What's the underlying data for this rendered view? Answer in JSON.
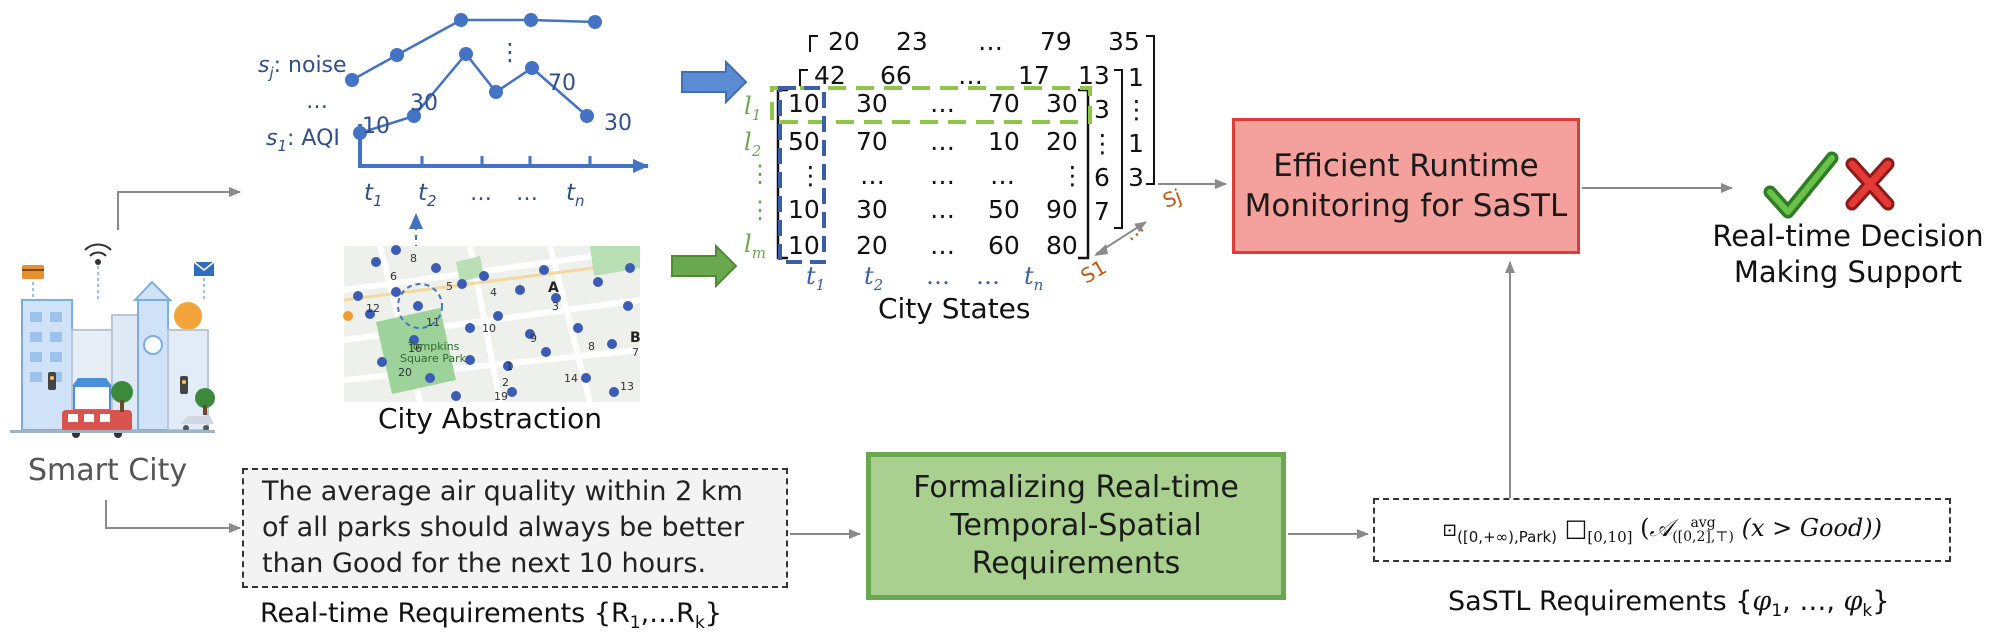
{
  "smart_city": {
    "label": "Smart City"
  },
  "sensor_plot": {
    "noise_label": "s",
    "noise_sub": "j",
    "noise_suffix": ": noise",
    "dots_label": "…",
    "aqi_label": "s",
    "aqi_sub": "1",
    "aqi_suffix": ": AQI",
    "vdots": "⋮",
    "value_10": "10",
    "value_30a": "30",
    "value_70": "70",
    "value_30b": "30",
    "ticks": [
      "t",
      "t",
      "…",
      "…",
      "t"
    ],
    "tick_subs": [
      "1",
      "2",
      "",
      "",
      "n"
    ]
  },
  "map": {
    "caption": "City Abstraction",
    "park_label_1": "Tompkins",
    "park_label_2": "Square Park",
    "letter_a": "A",
    "letter_b": "B",
    "numbers": [
      "6",
      "8",
      "5",
      "12",
      "11",
      "10",
      "4",
      "3",
      "9",
      "16",
      "8",
      "20",
      "1",
      "14",
      "2",
      "19",
      "13",
      "7"
    ]
  },
  "city_states": {
    "caption": "City States",
    "back_row": [
      "20",
      "23",
      "…",
      "79",
      "35"
    ],
    "mid_row": [
      "42",
      "66",
      "…",
      "17",
      "13"
    ],
    "front_rows": [
      [
        "10",
        "30",
        "…",
        "70",
        "30"
      ],
      [
        "50",
        "70",
        "…",
        "10",
        "20"
      ],
      [
        "⋮",
        "…",
        "…",
        "…",
        "⋮"
      ],
      [
        "10",
        "30",
        "…",
        "50",
        "90"
      ],
      [
        "10",
        "20",
        "…",
        "60",
        "80"
      ]
    ],
    "mid_side": [
      "3",
      "⋮",
      "6",
      "7"
    ],
    "back_side": [
      "1",
      "⋮",
      "1",
      "3"
    ],
    "row_labels": [
      "l",
      "l",
      "⋮",
      "⋮",
      "l"
    ],
    "row_subs": [
      "1",
      "2",
      "",
      "",
      "m"
    ],
    "col_labels": [
      "t",
      "t",
      "…",
      "…",
      "t"
    ],
    "col_subs": [
      "1",
      "2",
      "",
      "",
      "n"
    ],
    "s_j": "Sj",
    "s_1": "S1",
    "s_dots": "…"
  },
  "runtime_box": {
    "line1": "Efficient Runtime",
    "line2": "Monitoring for SaSTL"
  },
  "decision": {
    "line1": "Real-time Decision",
    "line2": "Making Support"
  },
  "requirement_box": {
    "line1": "The average air quality within 2 km",
    "line2": "of all parks should always be better",
    "line3": "than Good for the next 10 hours."
  },
  "requirement_caption": {
    "prefix": "Real-time Requirements {R",
    "sub1": "1",
    "mid": ",…R",
    "subk": "k",
    "suffix": "}"
  },
  "formal_box": {
    "line1": "Formalizing Real-time",
    "line2": "Temporal-Spatial",
    "line3": "Requirements"
  },
  "sastl_box": {
    "box_op": "⊡",
    "sub1": "([0,+∞),Park)",
    "always": "□",
    "sub2": "[0,10]",
    "open": "(",
    "A": "𝒜",
    "sup_avg": "avg",
    "sub3": "([0,2],⊤)",
    "expr": "(x > Good))"
  },
  "sastl_caption": {
    "prefix": "SaSTL Requirements {",
    "phi": "φ",
    "sub1": "1",
    "mid": ", …, ",
    "subk": "k",
    "suffix": "}"
  },
  "colors": {
    "blue": "#4472c4",
    "green": "#70ad47",
    "red_border": "#e03b36",
    "red_fill": "#f4a09c",
    "green_fill": "#a9d08e",
    "orange": "#c55a11"
  }
}
